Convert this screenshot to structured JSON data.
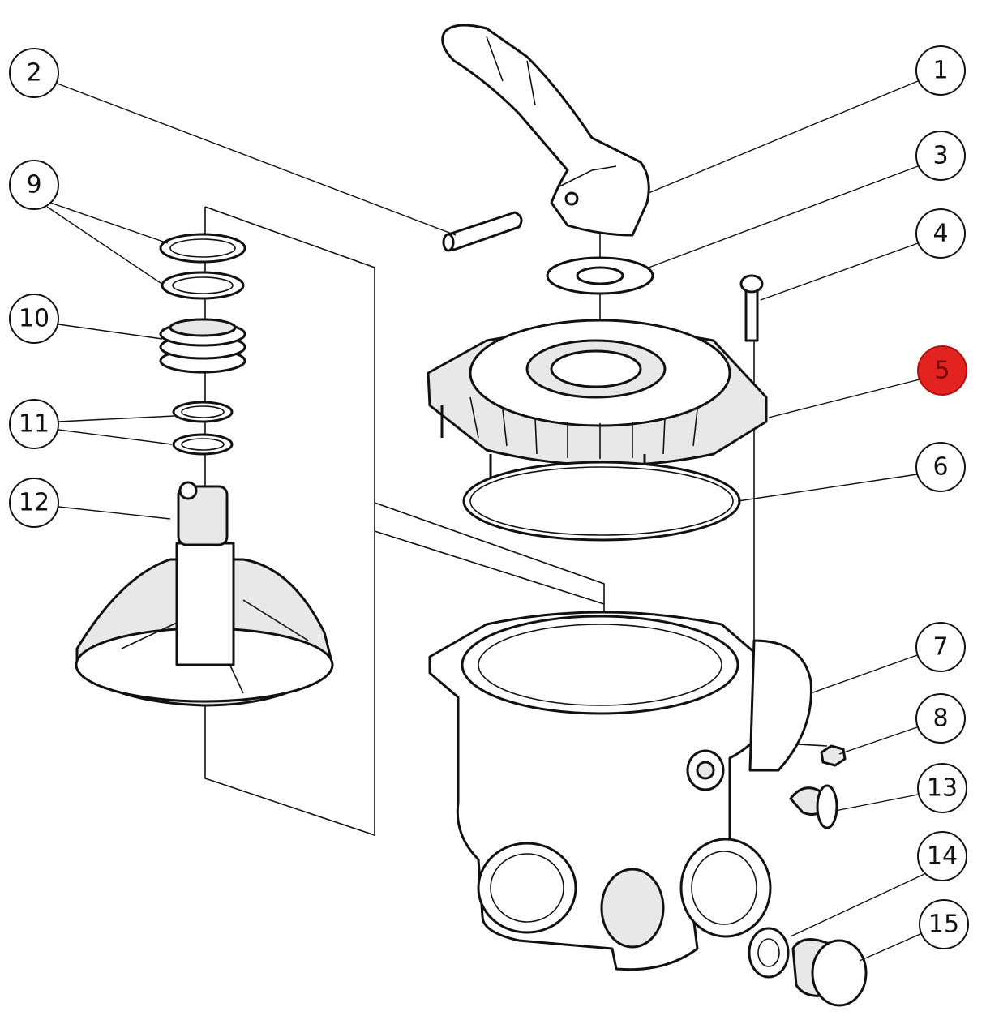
{
  "diagram": {
    "type": "exploded-parts-diagram",
    "highlight_color": "#e2231f",
    "highlighted_part": "5",
    "callouts": [
      {
        "label": "1",
        "part": "handle"
      },
      {
        "label": "2",
        "part": "pin"
      },
      {
        "label": "3",
        "part": "washer"
      },
      {
        "label": "4",
        "part": "screw"
      },
      {
        "label": "5",
        "part": "cover"
      },
      {
        "label": "6",
        "part": "cover-o-ring"
      },
      {
        "label": "7",
        "part": "valve-body"
      },
      {
        "label": "8",
        "part": "nut"
      },
      {
        "label": "9",
        "part": "shaft-rings"
      },
      {
        "label": "10",
        "part": "spring"
      },
      {
        "label": "11",
        "part": "o-rings"
      },
      {
        "label": "12",
        "part": "rotor"
      },
      {
        "label": "13",
        "part": "pressure-gauge-plug"
      },
      {
        "label": "14",
        "part": "drain-washer"
      },
      {
        "label": "15",
        "part": "drain-plug"
      }
    ]
  }
}
